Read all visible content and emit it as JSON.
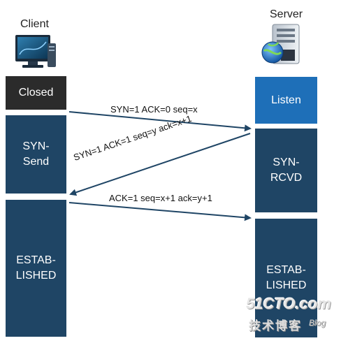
{
  "client": {
    "title": "Client",
    "states": [
      "Closed",
      "SYN-\nSend",
      "ESTAB-\nLISHED"
    ]
  },
  "server": {
    "title": "Server",
    "states": [
      "Listen",
      "SYN-\nRCVD",
      "ESTAB-\nLISHED"
    ]
  },
  "messages": [
    "SYN=1  ACK=0  seq=x",
    "SYN=1  ACK=1  seq=y  ack=x+1",
    "ACK=1  seq=x+1  ack=y+1"
  ],
  "watermark": {
    "brand": "51CTO.com",
    "sub": "技术博客",
    "blog": "Blog"
  },
  "colors": {
    "state_dark": "#1f4565",
    "closed": "#2b2b2b",
    "listen": "#1e6fb8",
    "arrow": "#1f4565"
  },
  "icons": [
    "computer-monitor-icon",
    "server-globe-icon"
  ]
}
